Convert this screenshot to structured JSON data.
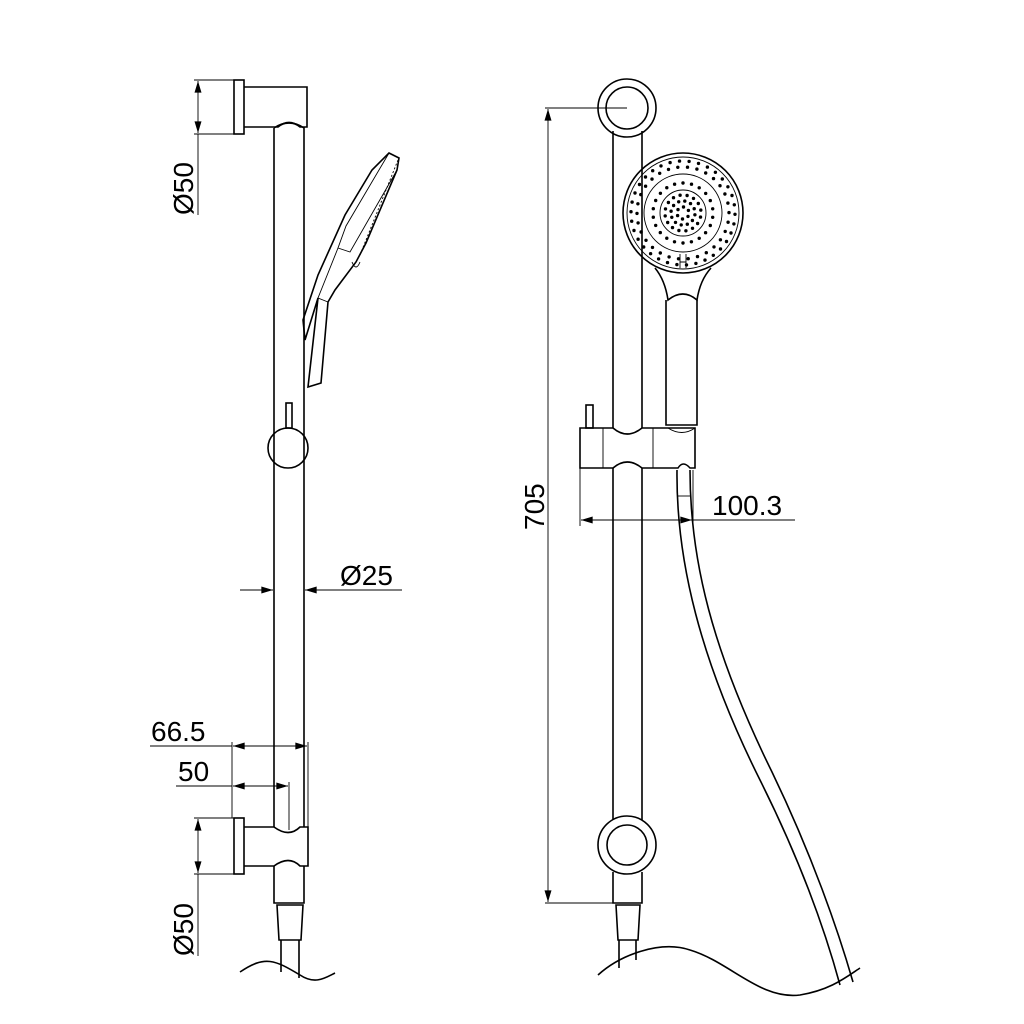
{
  "drawing": {
    "side_view": {
      "top_bracket_diameter": "Ø50",
      "rail_diameter": "Ø25",
      "projection_outer": "66.5",
      "projection_inner": "50",
      "bottom_bracket_diameter": "Ø50"
    },
    "front_view": {
      "bracket_spacing": "705",
      "handset_projection": "100.3"
    },
    "colors": {
      "line": "#000000",
      "background": "#ffffff"
    }
  }
}
